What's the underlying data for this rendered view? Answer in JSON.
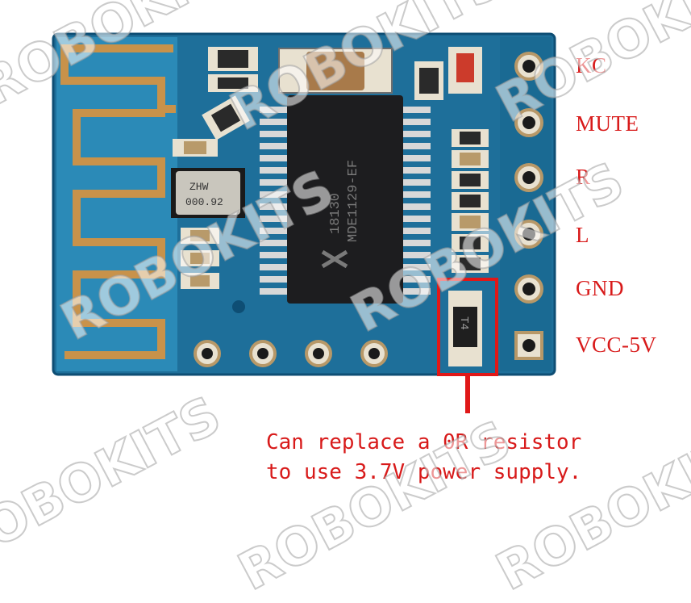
{
  "pin_labels": [
    "KC",
    "MUTE",
    "R",
    "L",
    "GND",
    "VCC-5V"
  ],
  "chip": {
    "line1": "18130",
    "line2": "MDE1129-EF"
  },
  "crystal_label": "ZHW",
  "crystal_code": "000.92",
  "resistor_marking": "T4",
  "annotation": {
    "line1": "Can replace a 0R resistor",
    "line2": "to use 3.7V power supply."
  },
  "watermark_text": "ROBOKITS",
  "colors": {
    "pcb": "#1e6f9a",
    "pcb_dark": "#145d85",
    "copper": "#c8924a",
    "annotation_red": "#d81a1a"
  }
}
